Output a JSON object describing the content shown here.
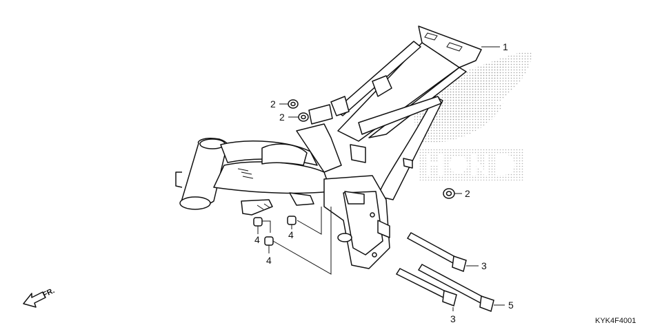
{
  "diagram": {
    "callouts": [
      {
        "id": "c1",
        "label": "1"
      },
      {
        "id": "c2a",
        "label": "2"
      },
      {
        "id": "c2b",
        "label": "2"
      },
      {
        "id": "c2c",
        "label": "2"
      },
      {
        "id": "c3a",
        "label": "3"
      },
      {
        "id": "c3b",
        "label": "3"
      },
      {
        "id": "c4a",
        "label": "4"
      },
      {
        "id": "c4b",
        "label": "4"
      },
      {
        "id": "c4c",
        "label": "4"
      },
      {
        "id": "c5",
        "label": "5"
      }
    ],
    "direction_label": "FR.",
    "diagram_code": "KYK4F4001",
    "colors": {
      "line": "#111111",
      "dot": "#9a9a9a",
      "background": "#ffffff"
    }
  }
}
